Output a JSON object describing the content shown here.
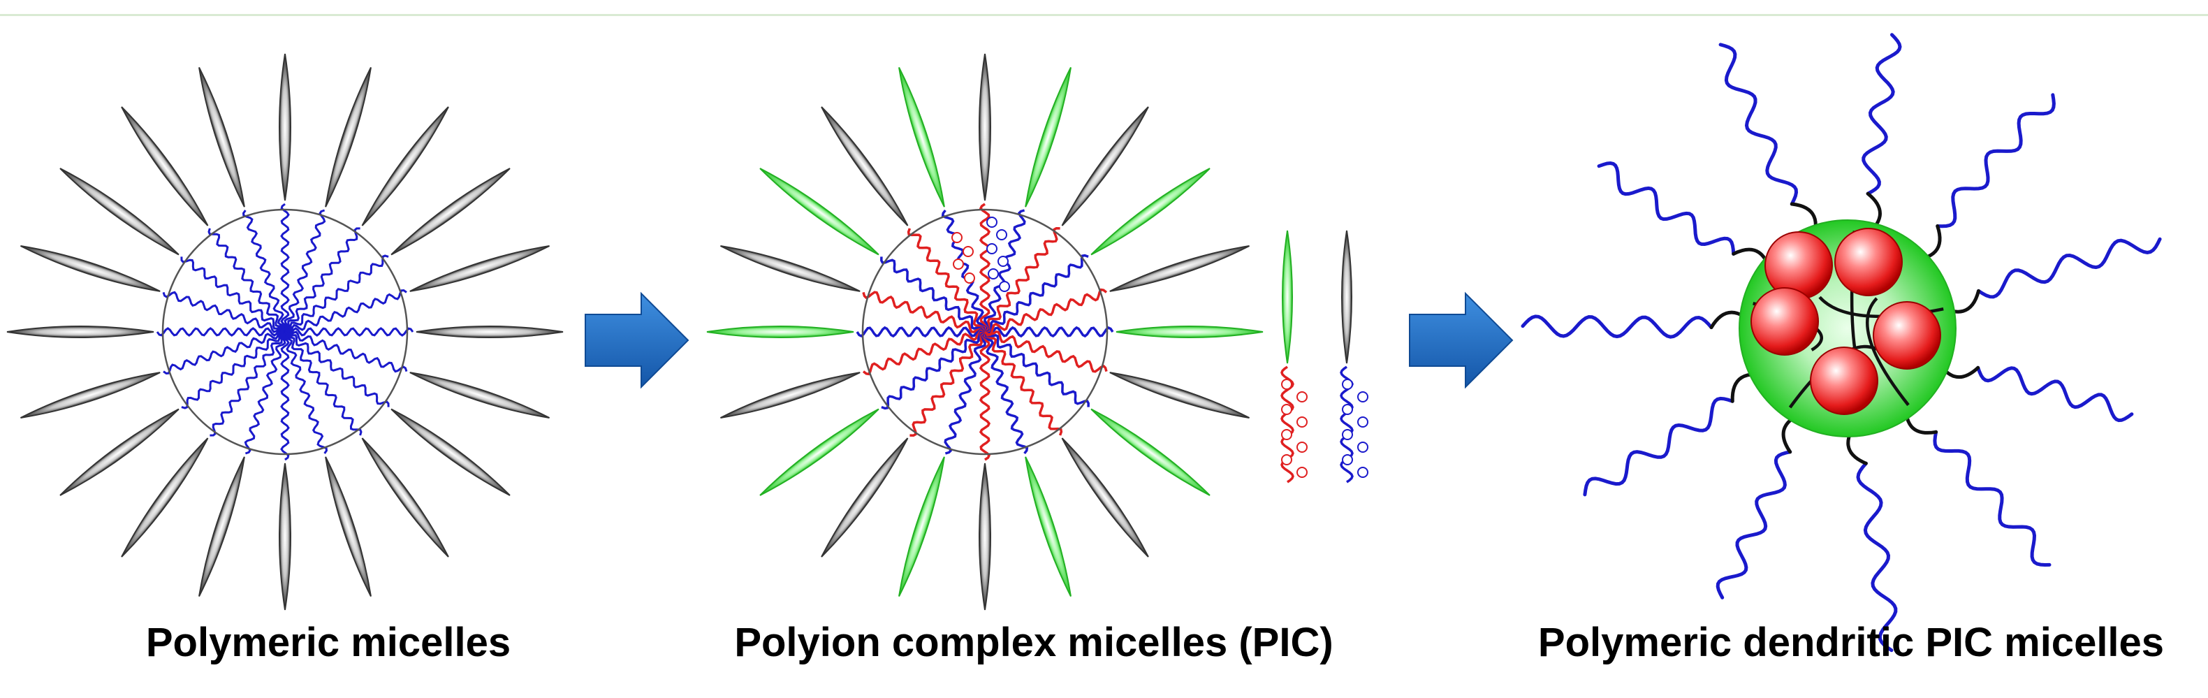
{
  "captions": {
    "polymeric": "Polymeric micelles",
    "pic": "Polyion complex micelles (PIC)",
    "dendritic": "Polymeric dendritic PIC micelles"
  },
  "colors": {
    "grey_block": "#8c8c8c",
    "green_block": "#33cc33",
    "blue_chain": "#1a1acc",
    "red_chain": "#e02020",
    "arrow": "#1f6fc5",
    "core_green": "#33cc33",
    "sphere_red": "#ee2222",
    "linker": "#111111"
  },
  "icons": [
    "right-arrow-icon",
    "right-arrow-icon"
  ]
}
